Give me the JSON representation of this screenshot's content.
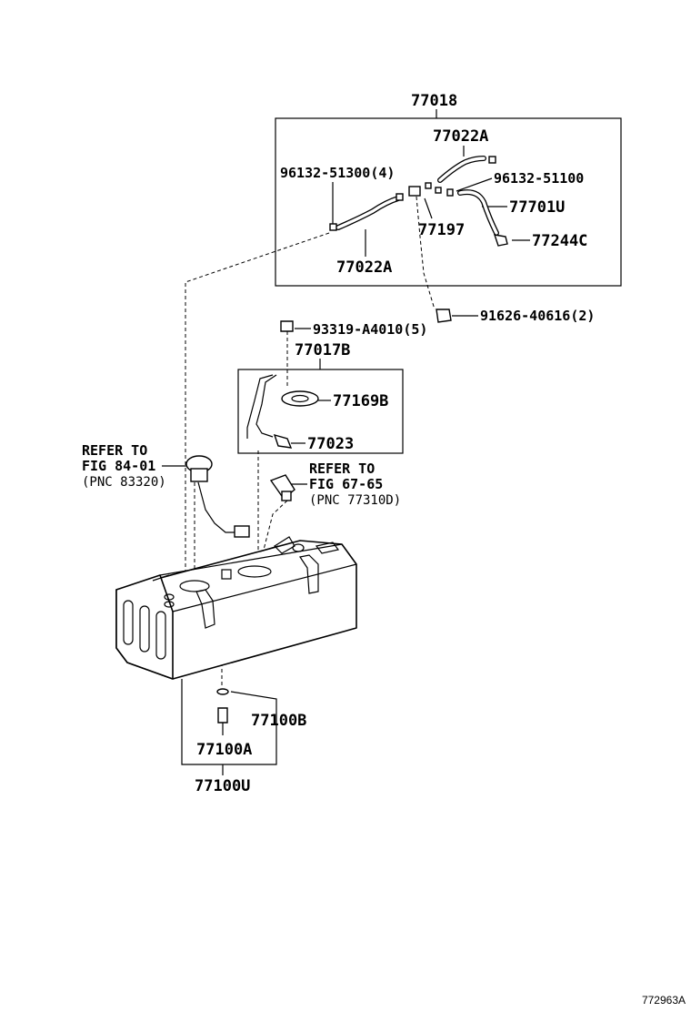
{
  "parts": {
    "p77018": "77018",
    "p77022A_top": "77022A",
    "p96132_51300": "96132-51300(4)",
    "p96132_51100": "96132-51100",
    "p77701U": "77701U",
    "p77197": "77197",
    "p77244C": "77244C",
    "p77022A_bottom": "77022A",
    "p91626": "91626-40616(2)",
    "p93319": "93319-A4010(5)",
    "p77017B": "77017B",
    "p77169B": "77169B",
    "p77023": "77023",
    "p77100B": "77100B",
    "p77100A": "77100A",
    "p77100U": "77100U"
  },
  "refs": {
    "ref1_line1": "REFER TO",
    "ref1_line2": "FIG 84-01",
    "ref1_line3": "(PNC 83320)",
    "ref2_line1": "REFER TO",
    "ref2_line2": "FIG 67-65",
    "ref2_line3": "(PNC 77310D)"
  },
  "doc_id": "772963A"
}
